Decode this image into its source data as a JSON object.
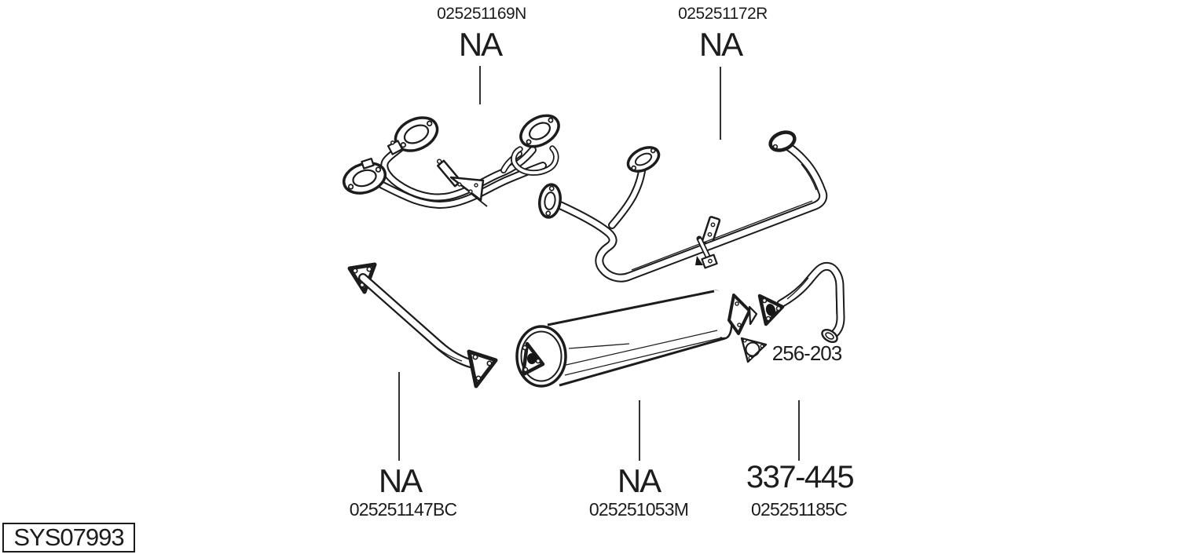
{
  "diagram_code": "SYS07993",
  "background_color": "#ffffff",
  "line_color": "#1c1c1c",
  "parts": {
    "manifold_front_pipes": {
      "ref_number": "025251169N",
      "code": "NA"
    },
    "front_exhaust_pipe": {
      "ref_number": "025251172R",
      "code": "NA"
    },
    "center_exhaust_pipe": {
      "ref_number": "025251147BC",
      "code": "NA"
    },
    "middle_silencer": {
      "ref_number": "025251053M",
      "code": "NA"
    },
    "tail_pipe": {
      "ref_number": "025251185C",
      "code": "337-445"
    },
    "gasket": {
      "code": "256-203"
    }
  }
}
